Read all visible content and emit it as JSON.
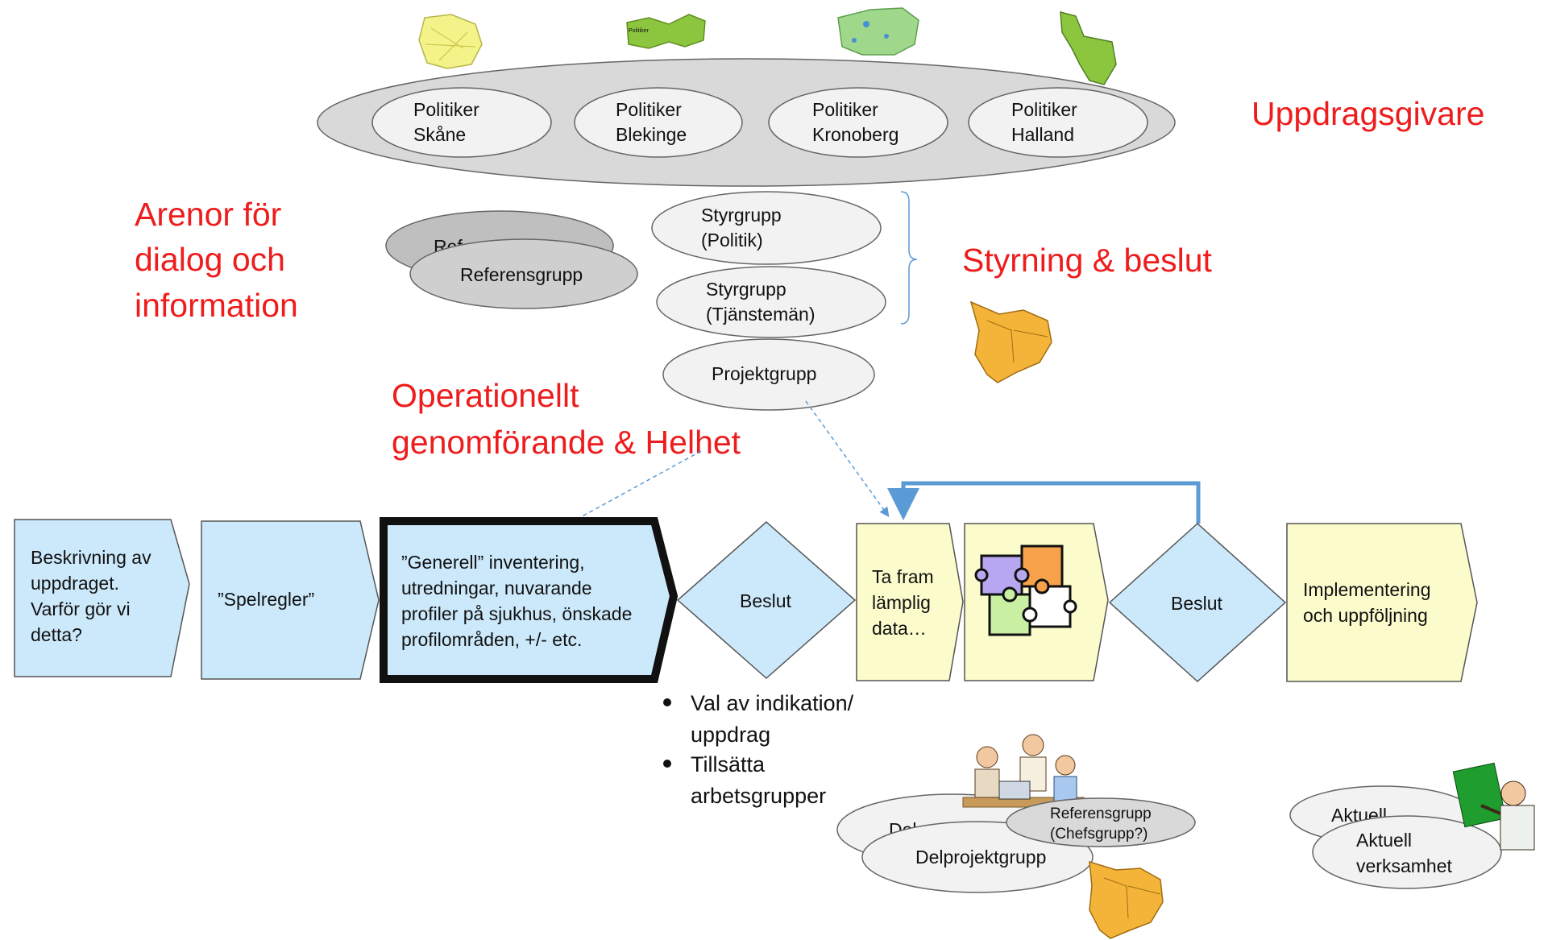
{
  "headings": {
    "uppdragsgivare": "Uppdragsgivare",
    "arenor": [
      "Arenor för",
      "dialog och",
      "information"
    ],
    "styrning": "Styrning & beslut",
    "operationellt": [
      "Operationellt",
      "genomförande & Helhet"
    ]
  },
  "politiker": [
    [
      "Politiker",
      "Skåne"
    ],
    [
      "Politiker",
      "Blekinge"
    ],
    [
      "Politiker",
      "Kronoberg"
    ],
    [
      "Politiker",
      "Halland"
    ]
  ],
  "groups": {
    "referens_back": "Ref",
    "referens": "Referensgrupp",
    "styr_politik": [
      "Styrgrupp",
      "(Politik)"
    ],
    "styr_tjanst": [
      "Styrgrupp",
      "(Tjänstemän)"
    ],
    "projekt": "Projektgrupp"
  },
  "process": {
    "step1": [
      "Beskrivning av",
      "uppdraget.",
      "Varför gör vi",
      "detta?"
    ],
    "step2": "”Spelregler”",
    "step3": [
      "”Generell” inventering,",
      "utredningar, nuvarande",
      "profiler på sjukhus, önskade",
      "profilområden, +/-  etc."
    ],
    "beslut1": "Beslut",
    "step4": [
      "Ta fram",
      "lämplig",
      "data…"
    ],
    "beslut2": "Beslut",
    "step6": [
      "Implementering",
      "och uppföljning"
    ]
  },
  "bullets": [
    [
      "Val av indikation/",
      "uppdrag"
    ],
    [
      "Tillsätta",
      "arbetsgrupper"
    ]
  ],
  "bottom": {
    "delprojekt_back": "Del",
    "delprojekt": "Delprojektgrupp",
    "referens_chefs": [
      "Referensgrupp",
      "(Chefsgrupp?)"
    ],
    "aktuell_back": "Aktuell",
    "aktuell": [
      "Aktuell",
      "verksamhet"
    ]
  },
  "colors": {
    "heading_red": "#ee1c1c",
    "process_blue": "#cce9fb",
    "process_yellow": "#fbfbcc",
    "feedback_arrow": "#5b9bd5",
    "map_orange": "#f4b43a",
    "map_green": "#8cc63f"
  }
}
